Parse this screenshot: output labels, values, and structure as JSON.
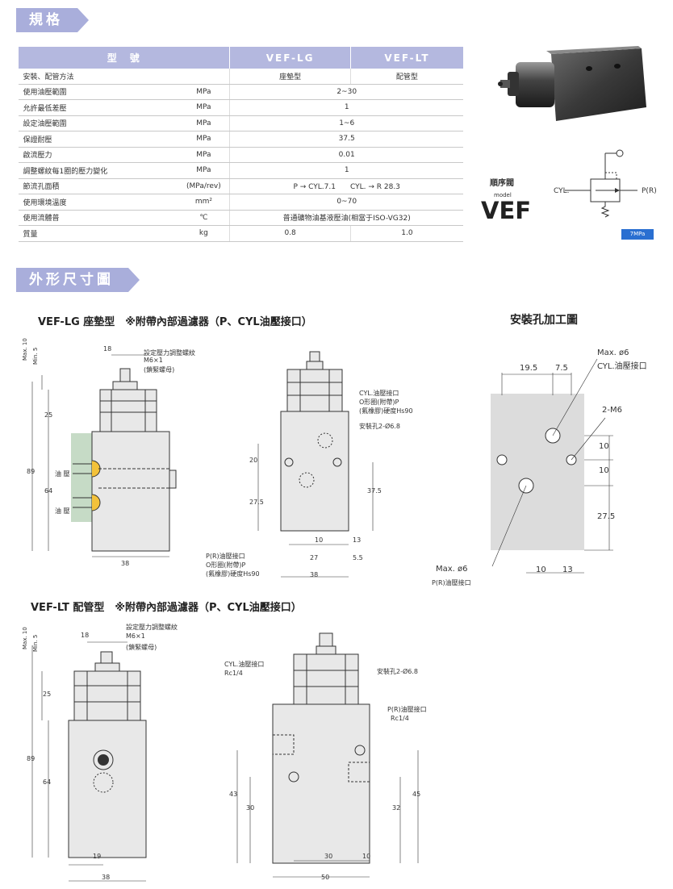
{
  "tabs": {
    "spec": "規格",
    "outline": "外形尺寸圖"
  },
  "spec_table": {
    "header": [
      "型　號",
      "VEF-LG",
      "VEF-LT"
    ],
    "rows": [
      {
        "label": "安裝、配管方法",
        "unit": "",
        "lg": "座墊型",
        "lt": "配管型"
      },
      {
        "label": "使用油壓範圍",
        "unit": "MPa",
        "both": "2~30"
      },
      {
        "label": "允許最低差壓",
        "unit": "MPa",
        "both": "1"
      },
      {
        "label": "設定油壓範圍",
        "unit": "MPa",
        "both": "1~6"
      },
      {
        "label": "保證耐壓",
        "unit": "MPa",
        "both": "37.5"
      },
      {
        "label": "啟流壓力",
        "unit": "MPa",
        "both": "0.01"
      },
      {
        "label": "調整螺紋每1圈的壓力變化",
        "unit": "MPa",
        "both": "1"
      },
      {
        "label": "節流孔面積",
        "unit": "(MPa/rev)",
        "both": "P → CYL.7.1　　CYL. → R 28.3"
      },
      {
        "label": "使用環境溫度",
        "unit": "mm²",
        "both": "0~70"
      },
      {
        "label": "使用流體普",
        "unit": "℃",
        "both": "普通礦物油基液壓油(相當于ISO-VG32)"
      },
      {
        "label": "質量",
        "unit": "kg",
        "lg": "0.8",
        "lt": "1.0"
      }
    ]
  },
  "product": {
    "name_cn": "順序閥",
    "model_label": "model",
    "model": "VEF",
    "pressure_badge": "7MPa",
    "symbol_cyl": "CYL.",
    "symbol_pr": "P(R)"
  },
  "lg": {
    "title": "VEF-LG 座墊型　※附帶內部過濾器（P、CYL油壓接口）",
    "adj_note": [
      "設定壓力調整螺紋",
      "M6×1",
      "(鎖緊螺母)"
    ],
    "oil": "油 壓",
    "cyl_note": [
      "CYL.油壓接口",
      "O形圈(附帶)P",
      "(氟橡膠)硬度Hs90"
    ],
    "hole_note": "安裝孔2-Ø6.8",
    "pr_note": [
      "P(R)油壓接口",
      "O形圈(附帶)P",
      "(氟橡膠)硬度Hs90"
    ],
    "dims": {
      "max": "Max. 10",
      "min": "Min. 5",
      "d18": "18",
      "d25": "25",
      "d89": "89",
      "d64": "64",
      "d38": "38",
      "d20": "20",
      "d27_5": "27.5",
      "d37_5": "37.5",
      "d10": "10",
      "d13": "13",
      "d27": "27",
      "d5_5": "5.5",
      "d38b": "38"
    }
  },
  "mount": {
    "title": "安裝孔加工圖",
    "maxo6": "Max. ø6",
    "cyl_port": "CYL.油壓接口",
    "m6": "2-M6",
    "maxo6b": "Max. ø6",
    "pr_port": "P(R)油壓接口",
    "dims": {
      "d19_5": "19.5",
      "d7_5": "7.5",
      "d10a": "10",
      "d10b": "10",
      "d27_5": "27.5",
      "d10c": "10",
      "d13": "13"
    }
  },
  "lt": {
    "title": "VEF-LT 配管型　※附帶內部過濾器（P、CYL油壓接口）",
    "adj_note": [
      "設定壓力調整螺紋",
      "M6×1",
      "(鎖緊螺母)"
    ],
    "cyl_note": [
      "CYL.油壓接口",
      "Rc1/4"
    ],
    "hole_note": "安裝孔2-Ø6.8",
    "pr_note": [
      "P(R)油壓接口",
      "Rc1/4"
    ],
    "dims": {
      "max": "Max. 10",
      "min": "Min. 5",
      "d18": "18",
      "d25": "25",
      "d89": "89",
      "d64": "64",
      "d19": "19",
      "d38": "38",
      "d43": "43",
      "d30": "30",
      "d32": "32",
      "d45": "45",
      "d30b": "30",
      "d10": "10",
      "d50": "50"
    }
  }
}
